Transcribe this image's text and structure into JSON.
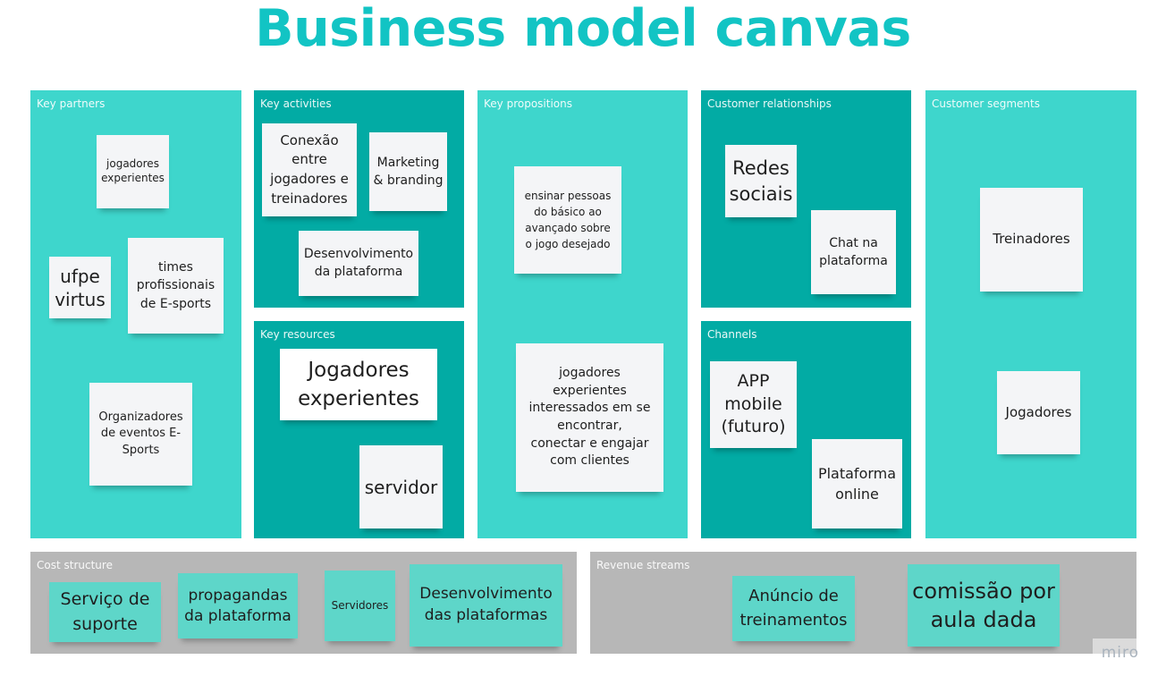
{
  "title": "Business model canvas",
  "colors": {
    "title": "#12c4c4",
    "section_light": "#3ed6cc",
    "section_dark": "#02aba4",
    "section_grey": "#b7b7b7",
    "sticky_note": "#f4f5f7",
    "sticky_teal": "#5ed6c9"
  },
  "sections": {
    "key_partners": {
      "label": "Key partners",
      "notes": [
        "jogadores experientes",
        "ufpe virtus",
        "times profissionais de E-sports",
        "Organizadores de eventos E-Sports"
      ]
    },
    "key_activities": {
      "label": "Key activities",
      "notes": [
        "Conexão entre jogadores e treinadores",
        "Marketing & branding",
        "Desenvolvimento da plataforma"
      ]
    },
    "key_resources": {
      "label": "Key resources",
      "notes": [
        "Jogadores experientes",
        "servidor"
      ]
    },
    "key_propositions": {
      "label": "Key propositions",
      "notes": [
        "ensinar pessoas do básico ao avançado sobre o jogo desejado",
        "jogadores experientes interessados em se encontrar, conectar e engajar com clientes"
      ]
    },
    "customer_relationships": {
      "label": "Customer relationships",
      "notes": [
        "Redes sociais",
        "Chat na plataforma"
      ]
    },
    "channels": {
      "label": "Channels",
      "notes": [
        "APP mobile (futuro)",
        "Plataforma online"
      ]
    },
    "customer_segments": {
      "label": "Customer segments",
      "notes": [
        "Treinadores",
        "Jogadores"
      ]
    },
    "cost_structure": {
      "label": "Cost structure",
      "notes": [
        "Serviço de suporte",
        "propagandas da plataforma",
        "Servidores",
        "Desenvolvimento das plataformas"
      ]
    },
    "revenue_streams": {
      "label": "Revenue streams",
      "notes": [
        "Anúncio de treinamentos",
        "comissão por aula dada"
      ]
    }
  },
  "watermark": "miro"
}
